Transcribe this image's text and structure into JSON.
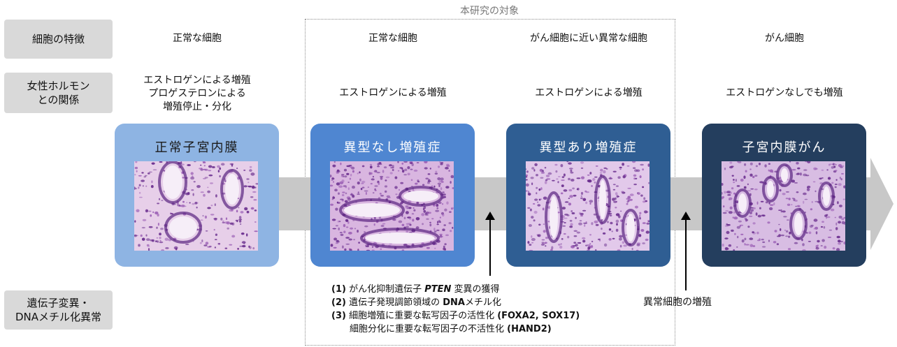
{
  "row_labels": {
    "features": "細胞の特徴",
    "hormone": "女性ホルモン\nとの関係",
    "genetic": "遺伝子変異・\nDNAメチル化異常"
  },
  "study_target_label": "本研究の対象",
  "columns": [
    {
      "feature": "正常な細胞",
      "hormone": "エストロゲンによる増殖\nプロゲステロンによる\n増殖停止・分化",
      "stage": "正常子宮内膜",
      "stage_color": "#8eb4e3",
      "stage_text_color": "#1a1a1a"
    },
    {
      "feature": "正常な細胞",
      "hormone": "エストロゲンによる増殖",
      "stage": "異型なし増殖症",
      "stage_color": "#4f86d1",
      "stage_text_color": "#ffffff"
    },
    {
      "feature": "がん細胞に近い異常な細胞",
      "hormone": "エストロゲンによる増殖",
      "stage": "異型あり増殖症",
      "stage_color": "#2f5e93",
      "stage_text_color": "#ffffff"
    },
    {
      "feature": "がん細胞",
      "hormone": "エストロゲンなしでも増殖",
      "stage": "子宮内膜がん",
      "stage_color": "#243e5e",
      "stage_text_color": "#ffffff"
    }
  ],
  "genetic_changes": [
    {
      "num": "(1)",
      "pre": "がん化抑制遺伝子 ",
      "bold": "PTEN",
      "italic": true,
      "post": " 変異の獲得"
    },
    {
      "num": "(2)",
      "pre": "遺伝子発現調節領域の ",
      "bold": "DNA",
      "italic": false,
      "post": "メチル化"
    },
    {
      "num": "(3)",
      "pre": "細胞増殖に重要な転写因子の活性化 ",
      "bold": "(FOXA2, SOX17)",
      "italic": false,
      "post": ""
    },
    {
      "num": "",
      "pre": "細胞分化に重要な転写因子の不活性化 ",
      "bold": "(HAND2)",
      "italic": false,
      "post": ""
    }
  ],
  "abnormal_growth_note": "異常細胞の増殖",
  "colors": {
    "arrow_band": "#c8c8c8",
    "label_bg": "#d9d9d9",
    "tissue_bg": "#e9d3ea",
    "tissue_nuclei": "#6a2e8e"
  }
}
